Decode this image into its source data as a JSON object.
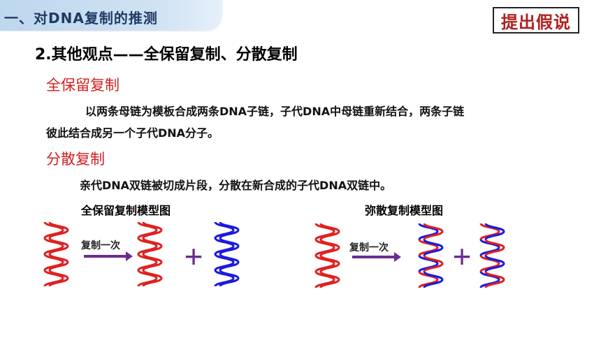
{
  "section": {
    "title": "一、对DNA复制的推测"
  },
  "tag": {
    "label": "提出假说"
  },
  "heading": "2.其他观点——全保留复制、分散复制",
  "conservative": {
    "title": "全保留复制",
    "line1": "以两条母链为模板合成两条DNA子链，子代DNA中母链重新结合，两条子链",
    "line2": "彼此结合成另一个子代DNA分子。"
  },
  "dispersive": {
    "title": "分散复制",
    "text": "亲代DNA双链被切成片段，分散在新合成的子代DNA双链中。"
  },
  "diagrams": {
    "conservative_caption": "全保留复制模型图",
    "dispersive_caption": "弥散复制模型图",
    "arrow_label": "复制一次",
    "plus_sign": "+"
  },
  "colors": {
    "parent_strand": "#e02020",
    "new_strand": "#1a1adf",
    "arrow": "#6a2c91",
    "plus": "#6a2c91"
  }
}
